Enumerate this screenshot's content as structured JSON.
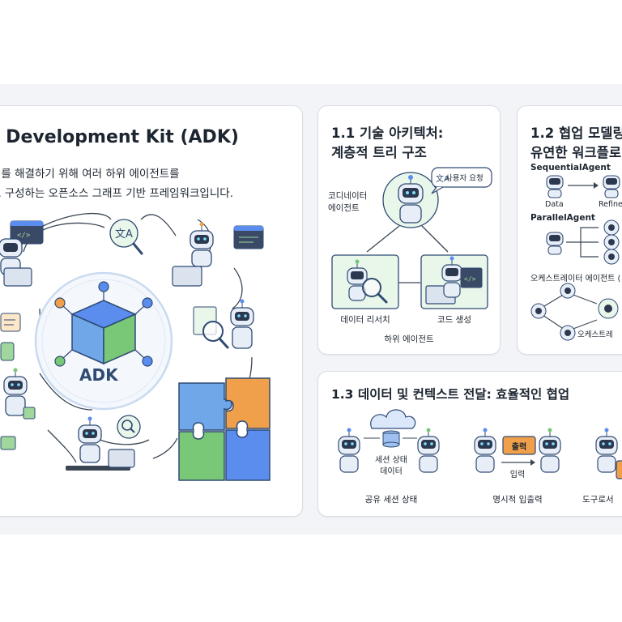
{
  "main": {
    "title": "t Development Kit (ADK)",
    "desc_line1": "제를 해결하기 위해 여러 하위 에이전트를",
    "desc_line2": "로 구성하는 오픈소스 그래프 기반 프레임워크입니다.",
    "center_label": "ADK"
  },
  "arch": {
    "title_line1": "1.1 기술 아키텍처:",
    "title_line2": "계층적 트리 구조",
    "coordinator": "코디네이터\n에이전트",
    "user_request": "사용자 요청",
    "child_research": "데이터 리서치",
    "child_code": "코드 생성",
    "caption": "하위 에이전트"
  },
  "collab": {
    "title_line1": "1.2 협업 모델링",
    "title_line2": "유연한 워크플로",
    "sequential": "SequentialAgent",
    "seq_data": "Data",
    "seq_refine": "Refine",
    "parallel": "ParallelAgent",
    "orchestrator": "오케스트레이터 에이전트 (",
    "orchestrator_sub": "오케스트레"
  },
  "transfer": {
    "title": "1.3 데이터 및 컨텍스트 전달: 효율적인 협업",
    "session_label_1": "세션 상태",
    "session_label_2": "데이터",
    "output_tag": "출력",
    "input_label": "입력",
    "caption_shared": "공유 세션 상태",
    "caption_explicit": "명시적 입출력",
    "caption_tool": "도구로서"
  },
  "colors": {
    "accent_blue": "#5b8def",
    "accent_green": "#78c877",
    "accent_orange": "#f0a04b",
    "text_dark": "#1c2530"
  }
}
